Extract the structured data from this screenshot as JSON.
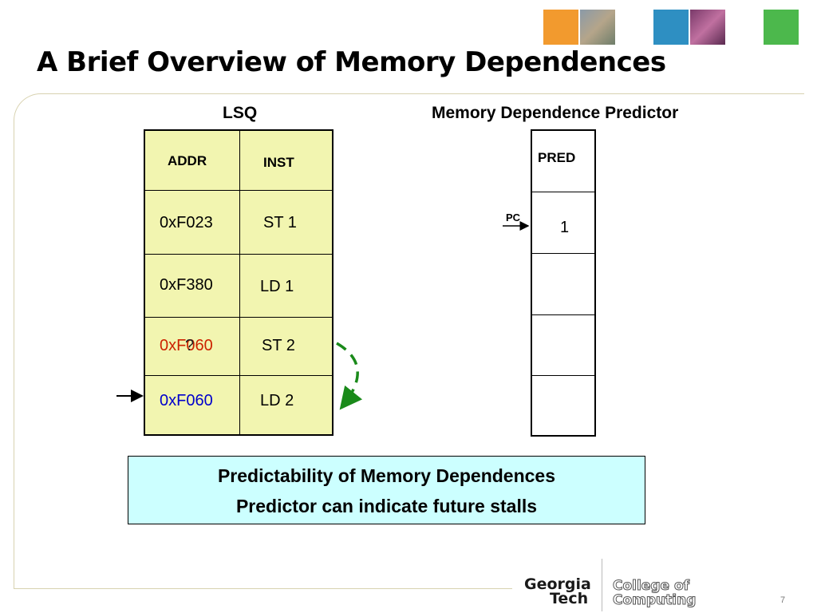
{
  "slide": {
    "title": "A Brief Overview of Memory Dependences",
    "page_number": "7"
  },
  "lsq": {
    "label": "LSQ",
    "headers": {
      "addr": "ADDR",
      "inst": "INST"
    },
    "rows": [
      {
        "addr": "0xF023",
        "inst": "ST 1"
      },
      {
        "addr": "0xF380",
        "inst": "LD 1"
      },
      {
        "addr_overlay": "?",
        "addr": "0xF060",
        "inst": "ST 2"
      },
      {
        "addr": "0xF060",
        "inst": "LD 2"
      }
    ]
  },
  "predictor": {
    "label": "Memory Dependence Predictor",
    "header": "PRED",
    "pc_label": "PC",
    "rows": [
      "1",
      "",
      "",
      ""
    ]
  },
  "info_box": {
    "line1": "Predictability of Memory Dependences",
    "line2": "Predictor can indicate future stalls"
  },
  "logos": {
    "gt_line1": "Georgia",
    "gt_line2": "Tech",
    "coc_line1": "College of",
    "coc_line2": "Computing"
  },
  "colors": {
    "lsq_fill": "#f2f5b0",
    "info_fill": "#ccffff",
    "store_addr": "#cc2200",
    "load_addr": "#0000cc",
    "arrow_green": "#1a8a1a"
  },
  "icons": [
    "decorative-thumbnail-orange",
    "decorative-thumbnail-blue",
    "decorative-thumbnail-green",
    "dependence-arrow",
    "pc-arrow",
    "pointer-arrow"
  ]
}
